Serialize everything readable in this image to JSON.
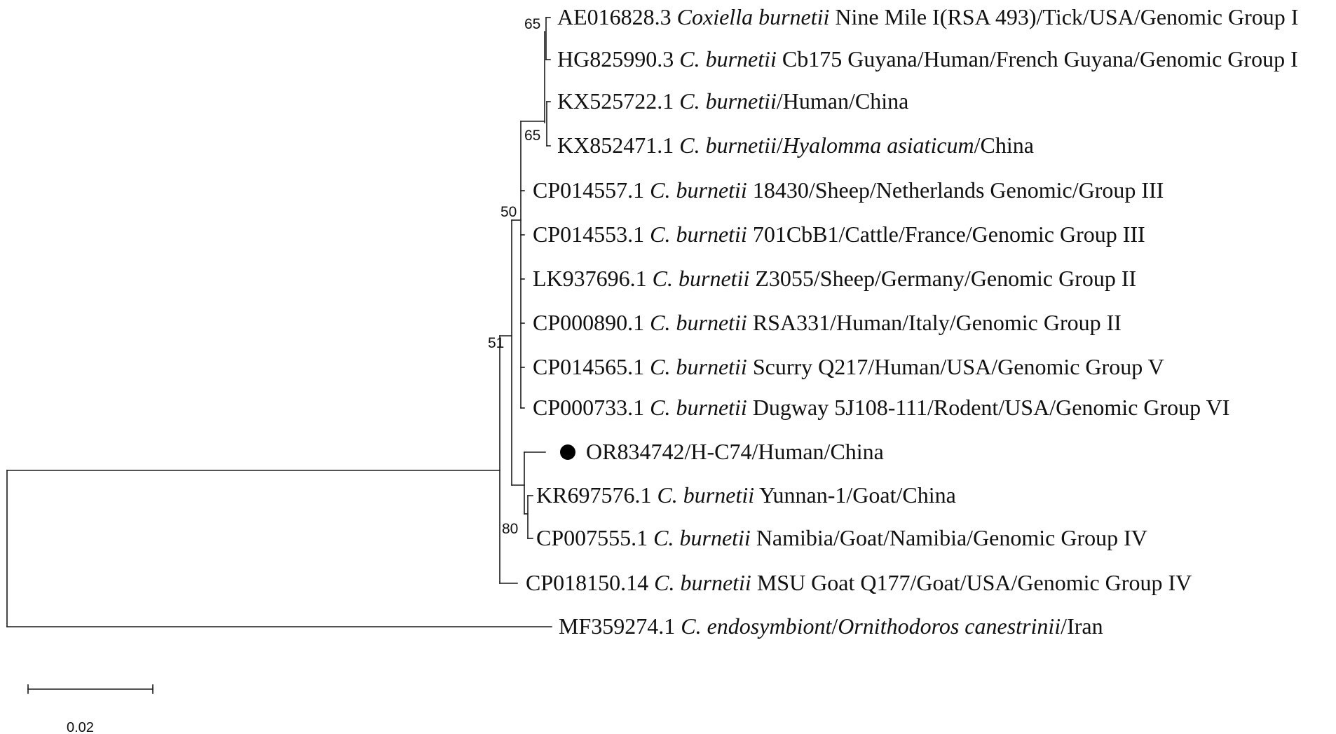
{
  "tree": {
    "taxa": [
      {
        "segments": [
          {
            "t": "AE016828.3 ",
            "i": false
          },
          {
            "t": "Coxiella burnetii",
            "i": true
          },
          {
            "t": " Nine Mile I(RSA 493)/Tick/USA/Genomic Group I",
            "i": false
          }
        ]
      },
      {
        "segments": [
          {
            "t": "HG825990.3 ",
            "i": false
          },
          {
            "t": "C. burnetii",
            "i": true
          },
          {
            "t": " Cb175 Guyana/Human/French Guyana/Genomic Group I",
            "i": false
          }
        ]
      },
      {
        "segments": [
          {
            "t": "KX525722.1 ",
            "i": false
          },
          {
            "t": "C. burnetii",
            "i": true
          },
          {
            "t": "/Human/China",
            "i": false
          }
        ]
      },
      {
        "segments": [
          {
            "t": "KX852471.1 ",
            "i": false
          },
          {
            "t": "C. burnetii",
            "i": true
          },
          {
            "t": "/",
            "i": false
          },
          {
            "t": "Hyalomma asiaticum",
            "i": true
          },
          {
            "t": "/China",
            "i": false
          }
        ]
      },
      {
        "segments": [
          {
            "t": "CP014557.1 ",
            "i": false
          },
          {
            "t": "C. burnetii",
            "i": true
          },
          {
            "t": " 18430/Sheep/Netherlands Genomic/Group III",
            "i": false
          }
        ]
      },
      {
        "segments": [
          {
            "t": "CP014553.1 ",
            "i": false
          },
          {
            "t": "C. burnetii",
            "i": true
          },
          {
            "t": " 701CbB1/Cattle/France/Genomic Group III",
            "i": false
          }
        ]
      },
      {
        "segments": [
          {
            "t": "LK937696.1 ",
            "i": false
          },
          {
            "t": "C. burnetii",
            "i": true
          },
          {
            "t": " Z3055/Sheep/Germany/Genomic Group II",
            "i": false
          }
        ]
      },
      {
        "segments": [
          {
            "t": "CP000890.1 ",
            "i": false
          },
          {
            "t": "C. burnetii",
            "i": true
          },
          {
            "t": " RSA331/Human/Italy/Genomic Group II",
            "i": false
          }
        ]
      },
      {
        "segments": [
          {
            "t": "CP014565.1 ",
            "i": false
          },
          {
            "t": "C. burnetii",
            "i": true
          },
          {
            "t": " Scurry Q217/Human/USA/Genomic Group V",
            "i": false
          }
        ]
      },
      {
        "segments": [
          {
            "t": "CP000733.1 ",
            "i": false
          },
          {
            "t": "C. burnetii",
            "i": true
          },
          {
            "t": " Dugway 5J108-111/Rodent/USA/Genomic Group VI",
            "i": false
          }
        ]
      },
      {
        "segments": [
          {
            "t": "OR834742/H-C74/Human/China",
            "i": false
          }
        ],
        "marker": "filled-circle"
      },
      {
        "segments": [
          {
            "t": "KR697576.1 ",
            "i": false
          },
          {
            "t": "C. burnetii",
            "i": true
          },
          {
            "t": " Yunnan-1/Goat/China",
            "i": false
          }
        ]
      },
      {
        "segments": [
          {
            "t": "CP007555.1 ",
            "i": false
          },
          {
            "t": "C. burnetii",
            "i": true
          },
          {
            "t": " Namibia/Goat/Namibia/Genomic Group IV",
            "i": false
          }
        ]
      },
      {
        "segments": [
          {
            "t": "CP018150.14 ",
            "i": false
          },
          {
            "t": "C. burnetii",
            "i": true
          },
          {
            "t": " MSU Goat Q177/Goat/USA/Genomic Group IV",
            "i": false
          }
        ]
      },
      {
        "segments": [
          {
            "t": "MF359274.1 ",
            "i": false
          },
          {
            "t": "C. endosymbiont",
            "i": true
          },
          {
            "t": "/",
            "i": false
          },
          {
            "t": "Ornithodoros canestrinii",
            "i": true
          },
          {
            "t": "/Iran",
            "i": false
          }
        ]
      }
    ],
    "bootstrap": [
      "65",
      "65",
      "50",
      "51",
      "80"
    ],
    "scale_bar": {
      "label": "0.02"
    }
  }
}
